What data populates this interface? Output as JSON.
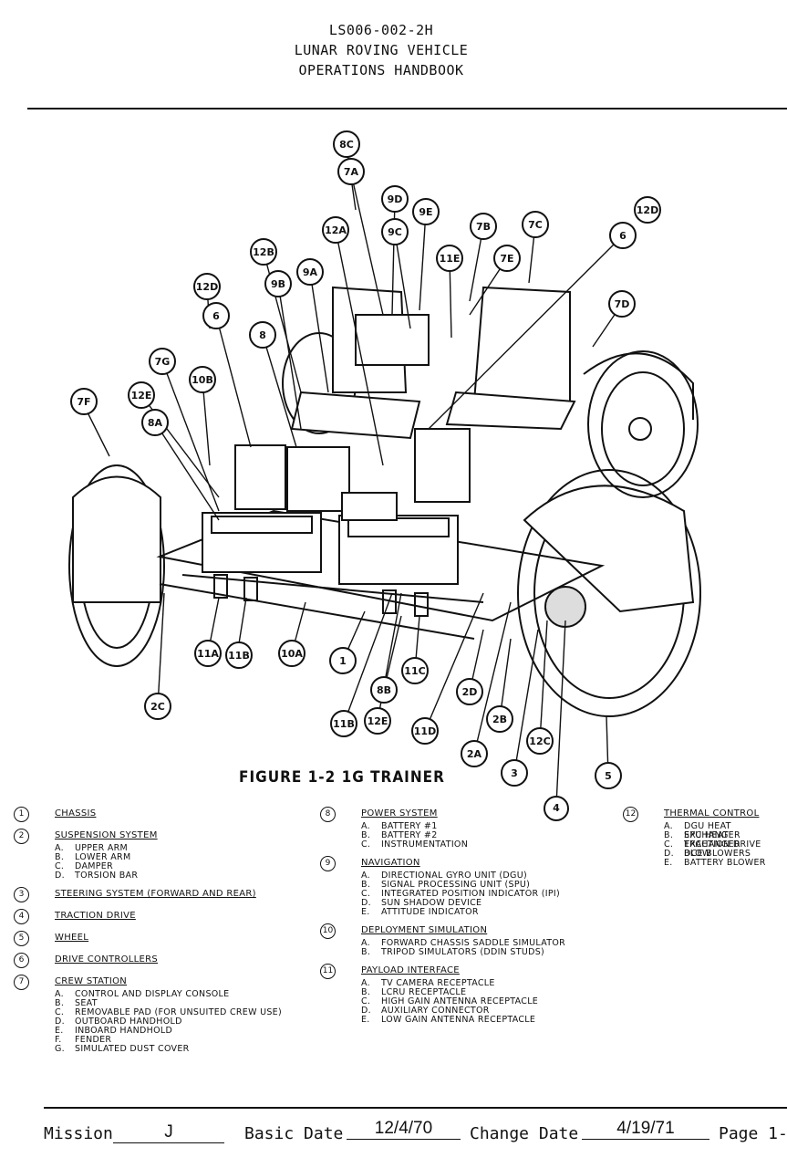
{
  "header": {
    "doc_number": "LS006-002-2H",
    "title": "LUNAR ROVING VEHICLE",
    "subtitle": "OPERATIONS HANDBOOK"
  },
  "figure": {
    "caption": "FIGURE 1-2 1G TRAINER",
    "callouts": [
      "8C",
      "7A",
      "9D",
      "9E",
      "9C",
      "12A",
      "7B",
      "7C",
      "12D",
      "6",
      "11E",
      "7E",
      "12B",
      "9B",
      "9A",
      "7D",
      "12D",
      "6",
      "8",
      "10B",
      "7G",
      "12E",
      "8A",
      "7F",
      "11A",
      "11B",
      "10A",
      "1",
      "11C",
      "8B",
      "2D",
      "2B",
      "12C",
      "5",
      "2C",
      "11B",
      "12E",
      "11D",
      "2A",
      "3",
      "4"
    ]
  },
  "legend": {
    "col1": [
      {
        "num": "1",
        "title": "CHASSIS",
        "items": []
      },
      {
        "num": "2",
        "title": "SUSPENSION SYSTEM",
        "items": [
          [
            "A.",
            "UPPER ARM"
          ],
          [
            "B.",
            "LOWER ARM"
          ],
          [
            "C.",
            "DAMPER"
          ],
          [
            "D.",
            "TORSION BAR"
          ]
        ]
      },
      {
        "num": "3",
        "title": "STEERING SYSTEM (FORWARD AND REAR)",
        "items": []
      },
      {
        "num": "4",
        "title": "TRACTION DRIVE",
        "items": []
      },
      {
        "num": "5",
        "title": "WHEEL",
        "items": []
      },
      {
        "num": "6",
        "title": "DRIVE CONTROLLERS",
        "items": []
      },
      {
        "num": "7",
        "title": "CREW STATION",
        "items": [
          [
            "A.",
            "CONTROL AND DISPLAY CONSOLE"
          ],
          [
            "B.",
            "SEAT"
          ],
          [
            "C.",
            "REMOVABLE PAD (FOR UNSUITED CREW USE)"
          ],
          [
            "D.",
            "OUTBOARD HANDHOLD"
          ],
          [
            "E.",
            "INBOARD HANDHOLD"
          ],
          [
            "F.",
            "FENDER"
          ],
          [
            "G.",
            "SIMULATED DUST COVER"
          ]
        ]
      }
    ],
    "col2": [
      {
        "num": "8",
        "title": "POWER SYSTEM",
        "items": [
          [
            "A.",
            "BATTERY #1"
          ],
          [
            "B.",
            "BATTERY #2"
          ],
          [
            "C.",
            "INSTRUMENTATION"
          ]
        ]
      },
      {
        "num": "9",
        "title": "NAVIGATION",
        "items": [
          [
            "A.",
            "DIRECTIONAL GYRO UNIT (DGU)"
          ],
          [
            "B.",
            "SIGNAL PROCESSING UNIT (SPU)"
          ],
          [
            "C.",
            "INTEGRATED POSITION INDICATOR (IPI)"
          ],
          [
            "D.",
            "SUN SHADOW DEVICE"
          ],
          [
            "E.",
            "ATTITUDE INDICATOR"
          ]
        ]
      },
      {
        "num": "10",
        "title": "DEPLOYMENT SIMULATION",
        "items": [
          [
            "A.",
            "FORWARD CHASSIS SADDLE SIMULATOR"
          ],
          [
            "B.",
            "TRIPOD SIMULATORS (DDIN STUDS)"
          ]
        ]
      },
      {
        "num": "11",
        "title": "PAYLOAD INTERFACE",
        "items": [
          [
            "A.",
            "TV CAMERA RECEPTACLE"
          ],
          [
            "B.",
            "LCRU RECEPTACLE"
          ],
          [
            "C.",
            "HIGH GAIN ANTENNA RECEPTACLE"
          ],
          [
            "D.",
            "AUXILIARY CONNECTOR"
          ],
          [
            "E.",
            "LOW GAIN ANTENNA RECEPTACLE"
          ]
        ]
      }
    ],
    "col3": [
      {
        "num": "12",
        "title": "THERMAL CONTROL",
        "items": [
          [
            "A.",
            "DGU HEAT EXCHANGER"
          ],
          [
            "B.",
            "SPU HEAT EXCHANGER"
          ],
          [
            "C.",
            "TRACTION DRIVE BLOW"
          ],
          [
            "D.",
            "DCE BLOWERS"
          ],
          [
            "E.",
            "BATTERY BLOWER"
          ]
        ]
      }
    ]
  },
  "footer": {
    "mission_label": "Mission",
    "mission_value": "J",
    "basic_date_label": "Basic Date",
    "basic_date_value": "12/4/70",
    "change_date_label": "Change Date",
    "change_date_value": "4/19/71",
    "page_label": "Page 1-"
  }
}
